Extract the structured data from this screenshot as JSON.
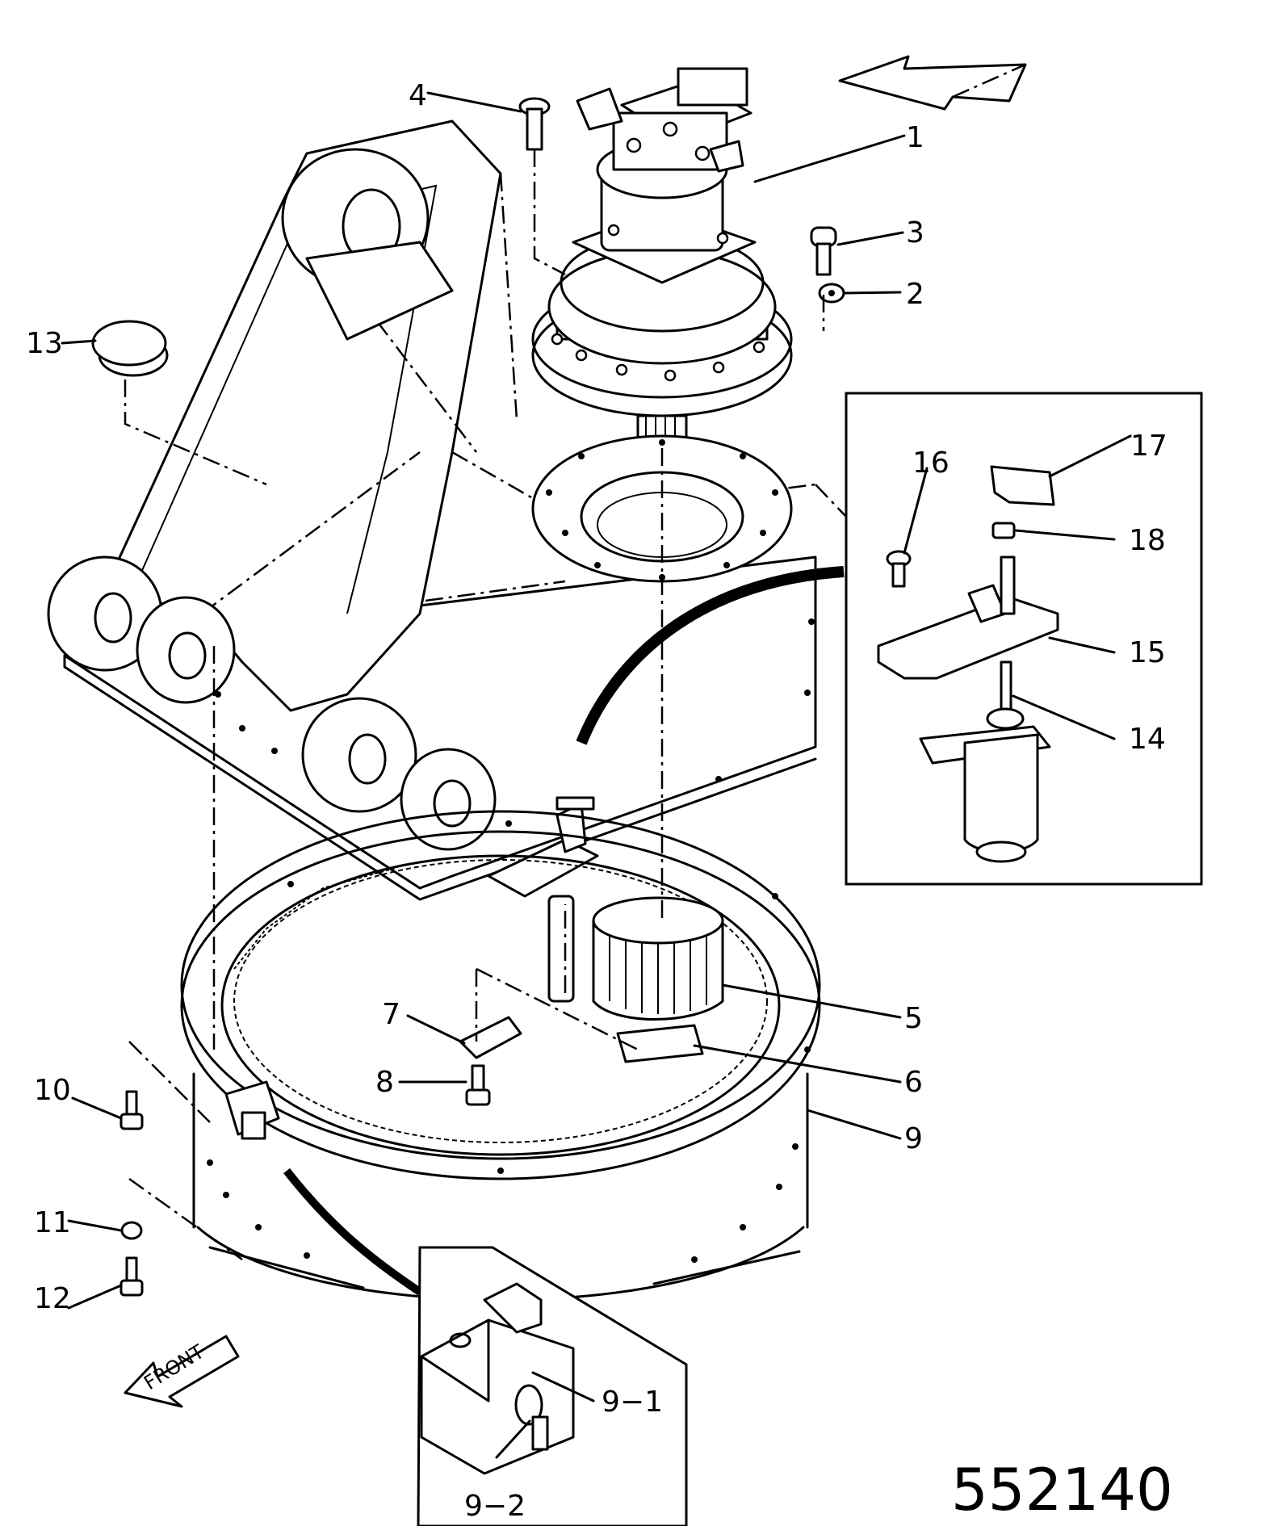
{
  "drawing_number": "552140",
  "front_arrow_label": "FRONT",
  "callouts": [
    {
      "id": "c1",
      "label": "1"
    },
    {
      "id": "c2",
      "label": "2"
    },
    {
      "id": "c3",
      "label": "3"
    },
    {
      "id": "c4",
      "label": "4"
    },
    {
      "id": "c5",
      "label": "5"
    },
    {
      "id": "c6",
      "label": "6"
    },
    {
      "id": "c7",
      "label": "7"
    },
    {
      "id": "c8",
      "label": "8"
    },
    {
      "id": "c9",
      "label": "9"
    },
    {
      "id": "c10",
      "label": "10"
    },
    {
      "id": "c11",
      "label": "11"
    },
    {
      "id": "c12",
      "label": "12"
    },
    {
      "id": "c13",
      "label": "13"
    },
    {
      "id": "c14",
      "label": "14"
    },
    {
      "id": "c15",
      "label": "15"
    },
    {
      "id": "c16",
      "label": "16"
    },
    {
      "id": "c17",
      "label": "17"
    },
    {
      "id": "c18",
      "label": "18"
    },
    {
      "id": "c9-1",
      "label": "9−1"
    },
    {
      "id": "c9-2",
      "label": "9−2"
    }
  ]
}
